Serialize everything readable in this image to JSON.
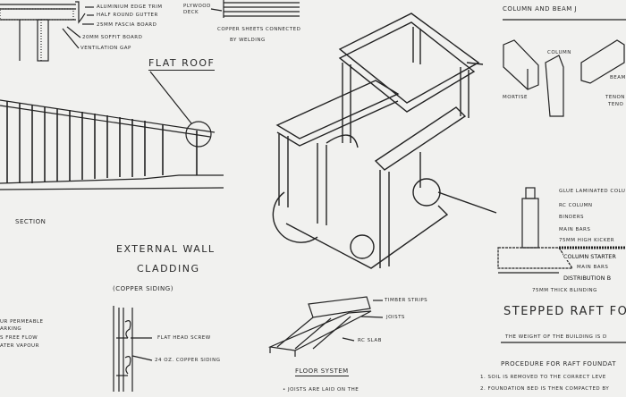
{
  "roof_detail": {
    "labels": [
      "Aluminium edge trim",
      "Half round gutter",
      "25mm fascia board",
      "20mm soffit board",
      "Ventilation gap"
    ]
  },
  "deck_detail": {
    "deck_label": "Plywood deck",
    "note_line1": "Copper sheets connected",
    "note_line2": "by welding"
  },
  "flat_roof": {
    "title": "Flat Roof"
  },
  "section": {
    "label": "Section"
  },
  "left_notes": [
    "ur permeable",
    "arking",
    "s free flow",
    "ater vapour"
  ],
  "cladding": {
    "title_line1": "External Wall",
    "title_line2": "Cladding",
    "subtitle": "(Copper Siding)",
    "labels": [
      "Flat head screw",
      "24 oz. copper siding"
    ]
  },
  "floor": {
    "labels": [
      "Timber strips",
      "Joists",
      "RC slab"
    ],
    "title": "Floor System",
    "bullet": "• Joists are laid on the"
  },
  "joint": {
    "title": "Column and Beam J",
    "labels": {
      "column": "Column",
      "beam": "Beam",
      "mortise": "Mortise",
      "tenon1": "Tenon",
      "tenon2": "Teno"
    }
  },
  "foundation_detail": {
    "labels": [
      "Glue laminated colu",
      "RC column",
      "Binders",
      "Main bars",
      "75mm high kicker",
      "Column starter",
      "Main bars",
      "Distribution b",
      "75mm thick blinding"
    ]
  },
  "raft": {
    "title": "Stepped Raft Foun",
    "text": "The weight of the building is d",
    "procedure_title": "Procedure for raft foundat",
    "steps": [
      "1. Soil is removed to the correct leve",
      "2. Foundation bed is then compacted by"
    ]
  }
}
